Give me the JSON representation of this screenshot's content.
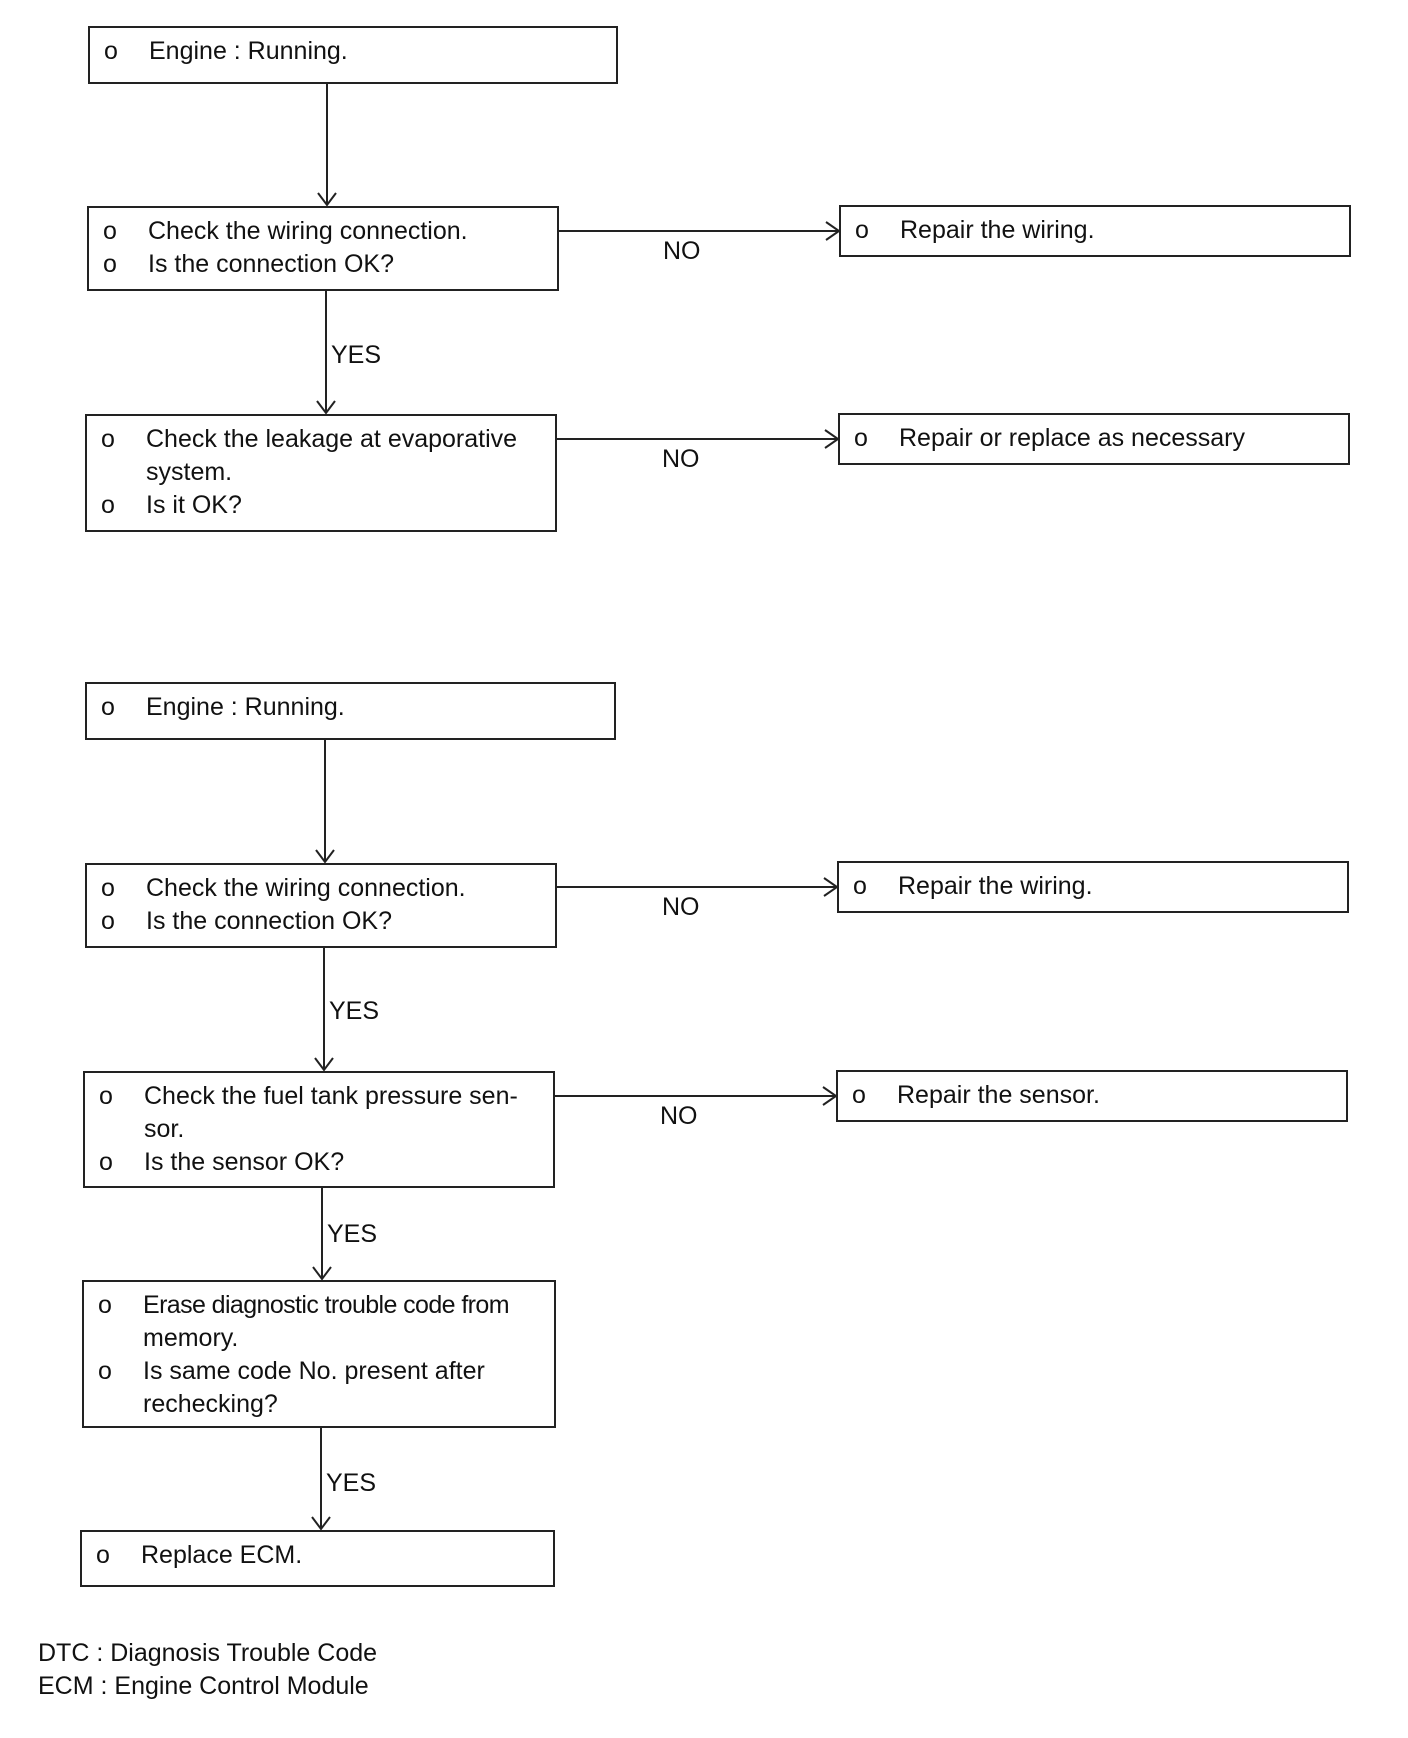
{
  "bullet": "o",
  "flow1": {
    "start": {
      "line1": "Engine : Running."
    },
    "wiring_check": {
      "line1": "Check the wiring connection.",
      "line2": "Is the connection OK?"
    },
    "wiring_repair": {
      "line1": "Repair the wiring."
    },
    "leak_check": {
      "line1a": "Check the leakage at evaporative",
      "line1b": "system.",
      "line2": "Is it OK?"
    },
    "leak_repair": {
      "line1": "Repair or replace as necessary"
    },
    "no_label_1": "NO",
    "no_label_2": "NO",
    "yes_label_1": "YES"
  },
  "flow2": {
    "start": {
      "line1": "Engine : Running."
    },
    "wiring_check": {
      "line1": "Check the wiring connection.",
      "line2": "Is the connection OK?"
    },
    "wiring_repair": {
      "line1": "Repair the wiring."
    },
    "sensor_check": {
      "line1a": "Check the fuel tank pressure sen-",
      "line1b": "sor.",
      "line2": "Is the sensor OK?"
    },
    "sensor_repair": {
      "line1": "Repair the sensor."
    },
    "erase_check": {
      "line1a": "Erase diagnostic trouble code from",
      "line1b": "memory.",
      "line2a": "Is same code No. present after",
      "line2b": "rechecking?"
    },
    "replace_ecm": {
      "line1": "Replace ECM."
    },
    "no_label_1": "NO",
    "no_label_2": "NO",
    "yes_label_1": "YES",
    "yes_label_2": "YES",
    "yes_label_3": "YES"
  },
  "legend": {
    "dtc": "DTC : Diagnosis Trouble Code",
    "ecm": "ECM : Engine Control Module"
  }
}
